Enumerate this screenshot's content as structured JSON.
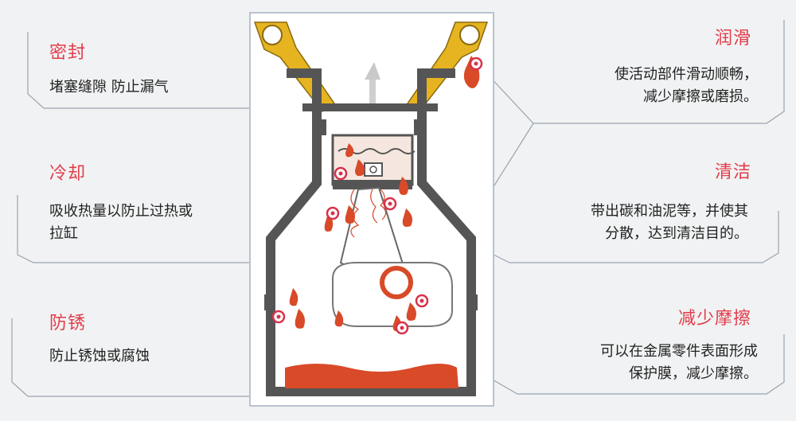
{
  "colors": {
    "accent": "#e23c4a",
    "oil": "#d84a28",
    "engine": "#555555",
    "rocker": "#e6b420"
  },
  "left": [
    {
      "title": "密封",
      "desc": [
        "堵塞缝隙  防止漏气"
      ]
    },
    {
      "title": "冷却",
      "desc": [
        "吸收热量以防止过热或",
        "拉缸"
      ]
    },
    {
      "title": "防锈",
      "desc": [
        "防止锈蚀或腐蚀"
      ]
    }
  ],
  "right": [
    {
      "title": "润滑",
      "desc": [
        "使活动部件滑动顺畅，",
        "减少摩擦或磨损。"
      ]
    },
    {
      "title": "清洁",
      "desc": [
        "带出碳和油泥等，并使其",
        "分散，达到清洁目的。"
      ]
    },
    {
      "title": "减少摩擦",
      "desc": [
        "可以在金属零件表面形成",
        "保护膜，减少摩擦。"
      ]
    }
  ]
}
